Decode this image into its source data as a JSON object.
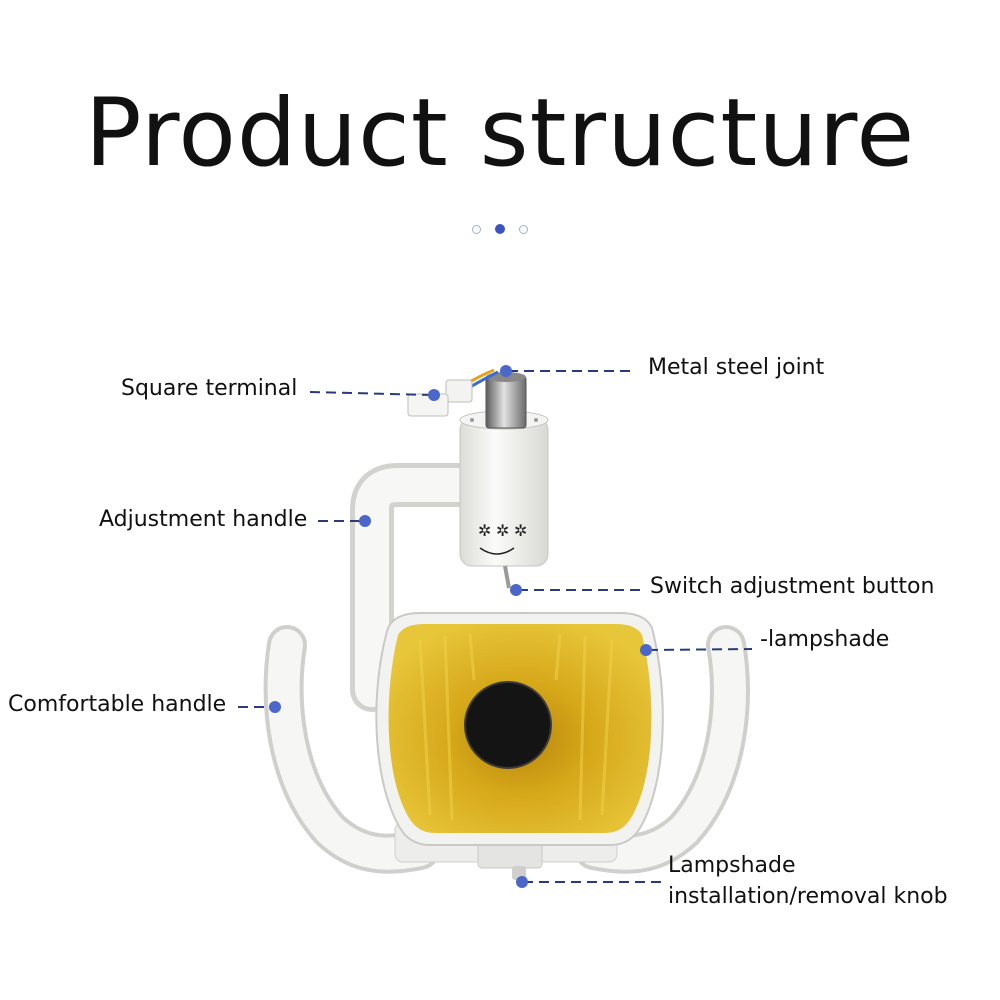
{
  "title": "Product structure",
  "carousel": {
    "count": 3,
    "active_index": 1
  },
  "colors": {
    "accent": "#3b55c0",
    "label_line": "#2a3b7a",
    "lamp_body": "#f3f3f1",
    "reflector": "#d4a617",
    "lens_cap": "#141414"
  },
  "labels": {
    "square_terminal": "Square terminal",
    "metal_steel_joint": "Metal steel joint",
    "adjustment_handle": "Adjustment handle",
    "switch_adjustment_button": "Switch adjustment button",
    "lampshade": "-lampshade",
    "comfortable_handle": "Comfortable handle",
    "knob_line1": "Lampshade",
    "knob_line2": "installation/removal knob"
  }
}
